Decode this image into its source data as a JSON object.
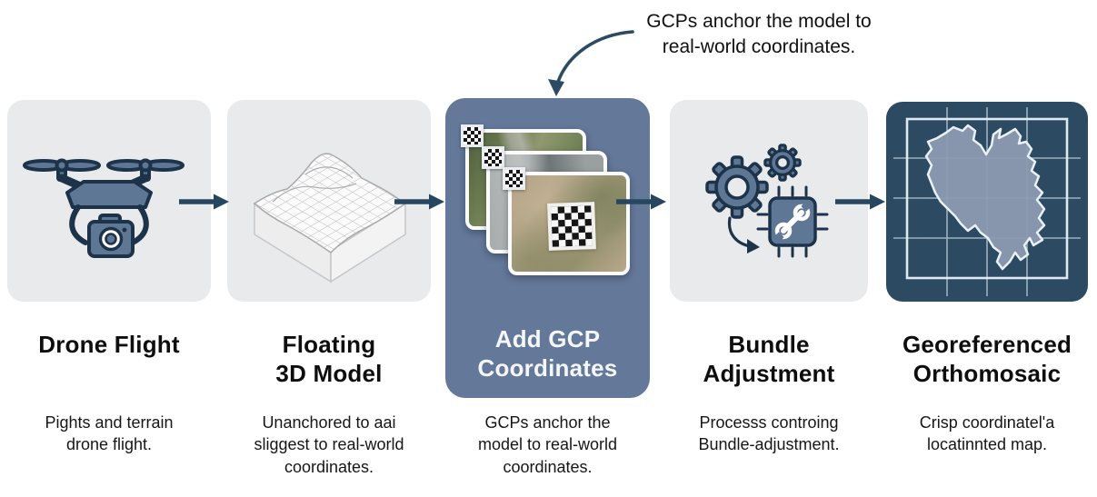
{
  "annotation": {
    "text": "GCPs anchor the model to\nreal-world coordinates."
  },
  "steps": [
    {
      "id": "drone-flight",
      "title": "Drone Flight",
      "subtitle": "Pights and terrain\ndrone flight.",
      "icon": "drone-icon",
      "panel_style": "light"
    },
    {
      "id": "floating-3d-model",
      "title": "Floating\n3D Model",
      "subtitle": "Unanchored to aai\nsliggest to real-world\ncoordinates.",
      "icon": "terrain-mesh-icon",
      "panel_style": "light"
    },
    {
      "id": "add-gcp-coordinates",
      "title": "Add GCP\nCoordinates",
      "subtitle": "GCPs anchor the\nmodel to real-world\ncoordinates.",
      "icon": "gcp-photo-stack-icon",
      "panel_style": "highlight"
    },
    {
      "id": "bundle-adjustment",
      "title": "Bundle\nAdjustment",
      "subtitle": "Processs controing\nBundle-adjustment.",
      "icon": "gears-chip-icon",
      "panel_style": "light"
    },
    {
      "id": "georeferenced-orthomosaic",
      "title": "Georeferenced\nOrthomosaic",
      "subtitle": "Crisp coordinatel'a\nlocatinnted map.",
      "icon": "map-grid-icon",
      "panel_style": "dark"
    }
  ],
  "colors": {
    "panel_light": "#e9eaec",
    "panel_highlight": "#64789a",
    "panel_dark": "#2d4a63",
    "arrow": "#274660",
    "icon_fill": "#5d7795",
    "icon_stroke": "#1d3349",
    "map_land": "#8c9ab0",
    "highlight_title_text": "#f4f6f8"
  }
}
